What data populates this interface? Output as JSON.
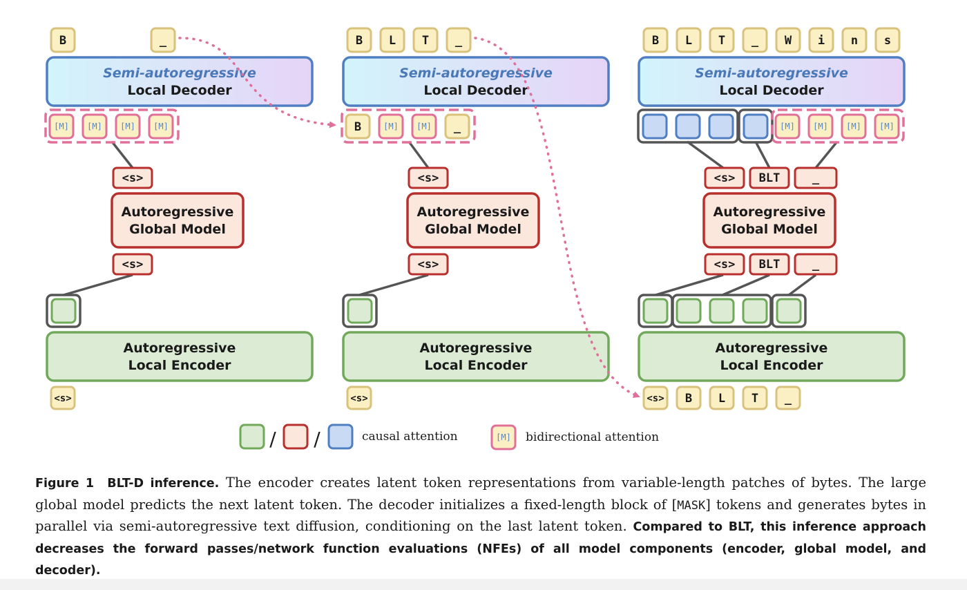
{
  "colors": {
    "decoder_border": "#4f7fc2",
    "global_border": "#b8302d",
    "global_fill": "#fbe7dc",
    "encoder_border": "#71a95a",
    "encoder_fill": "#dcebd3",
    "token_border": "#d9c27c",
    "token_fill": "#fbf0c4",
    "mask_border": "#e07098",
    "blue_border": "#4f7fc2",
    "blue_fill": "#c9daf5",
    "group_border": "#555555",
    "arrow": "#e0709a"
  },
  "panels": [
    {
      "decoder": {
        "title_italic": "Semi-autoregressive",
        "title": "Local Decoder"
      },
      "global_model": {
        "line1": "Autoregressive",
        "line2": "Global Model"
      },
      "encoder": {
        "line1": "Autoregressive",
        "line2": "Local Encoder"
      },
      "output_tokens": [
        "B",
        "_"
      ],
      "decoder_inputs": [
        "[M]",
        "[M]",
        "[M]",
        "[M]"
      ],
      "global_out_tokens": [
        "<s>"
      ],
      "global_in_tokens": [
        "<s>"
      ],
      "encoder_inputs": [
        "<s>"
      ]
    },
    {
      "decoder": {
        "title_italic": "Semi-autoregressive",
        "title": "Local Decoder"
      },
      "global_model": {
        "line1": "Autoregressive",
        "line2": "Global Model"
      },
      "encoder": {
        "line1": "Autoregressive",
        "line2": "Local Encoder"
      },
      "output_tokens": [
        "B",
        "L",
        "T",
        "_"
      ],
      "decoder_inputs": [
        "B",
        "[M]",
        "[M]",
        "_"
      ],
      "global_out_tokens": [
        "<s>"
      ],
      "global_in_tokens": [
        "<s>"
      ],
      "encoder_inputs": [
        "<s>"
      ]
    },
    {
      "decoder": {
        "title_italic": "Semi-autoregressive",
        "title": "Local Decoder"
      },
      "global_model": {
        "line1": "Autoregressive",
        "line2": "Global Model"
      },
      "encoder": {
        "line1": "Autoregressive",
        "line2": "Local Encoder"
      },
      "output_tokens": [
        "B",
        "L",
        "T",
        "_",
        "W",
        "i",
        "n",
        "s"
      ],
      "decoder_inputs": [
        "[M]",
        "[M]",
        "[M]",
        "[M]"
      ],
      "global_out_tokens": [
        "<s>",
        "BLT",
        "_"
      ],
      "global_in_tokens": [
        "<s>",
        "BLT",
        "_"
      ],
      "encoder_inputs": [
        "<s>",
        "B",
        "L",
        "T",
        "_"
      ]
    }
  ],
  "legend": {
    "slash": "/",
    "causal_label": "causal attention",
    "mask_token": "[M]",
    "bidirectional_label": "bidirectional attention"
  },
  "caption": {
    "label": "Figure 1",
    "title": "BLT-D inference.",
    "text_part1": "The encoder creates latent token representations from variable-length patches of bytes. The large global model predicts the next latent token. The decoder initializes a fixed-length block of [",
    "mask_word": "MASK",
    "text_part2": "] tokens and generates bytes in parallel via semi-autoregressive text diffusion, conditioning on the last latent token.",
    "bold_text": "Compared to BLT, this inference approach decreases the forward passes/network function evaluations (NFEs) of all model components (encoder, global model, and decoder)."
  }
}
